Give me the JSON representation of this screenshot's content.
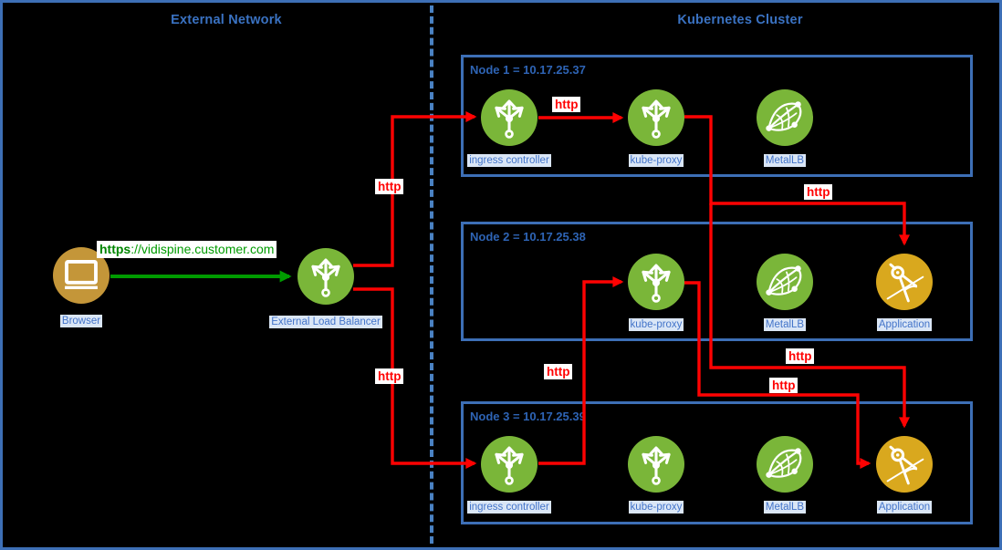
{
  "titles": {
    "external": "External Network",
    "cluster": "Kubernetes Cluster"
  },
  "external": {
    "browser_label": "Browser",
    "elb_label": "External Load Balancer",
    "url_scheme": "https",
    "url_rest": "://vidispine.customer.com"
  },
  "labels": {
    "http": "http"
  },
  "nodes": [
    {
      "title": "Node 1 = 10.17.25.37",
      "icons": [
        {
          "name": "ingress-controller",
          "label": "ingress controller"
        },
        {
          "name": "kube-proxy",
          "label": "kube-proxy"
        },
        {
          "name": "metallb",
          "label": "MetalLB"
        }
      ]
    },
    {
      "title": "Node 2 = 10.17.25.38",
      "icons": [
        {
          "name": "kube-proxy",
          "label": "kube-proxy"
        },
        {
          "name": "metallb",
          "label": "MetalLB"
        },
        {
          "name": "application",
          "label": "Application"
        }
      ]
    },
    {
      "title": "Node 3 = 10.17.25.39",
      "icons": [
        {
          "name": "ingress-controller",
          "label": "ingress controller"
        },
        {
          "name": "kube-proxy",
          "label": "kube-proxy"
        },
        {
          "name": "metallb",
          "label": "MetalLB"
        },
        {
          "name": "application",
          "label": "Application"
        }
      ]
    }
  ],
  "colors": {
    "node_green": "#7ab639",
    "application_gold": "#d9a81e",
    "browser_gold": "#c49639",
    "edge_red": "#ff0202",
    "edge_green": "#009b00",
    "border_blue": "#3d6fb6",
    "label_blue": "#4374c9"
  }
}
